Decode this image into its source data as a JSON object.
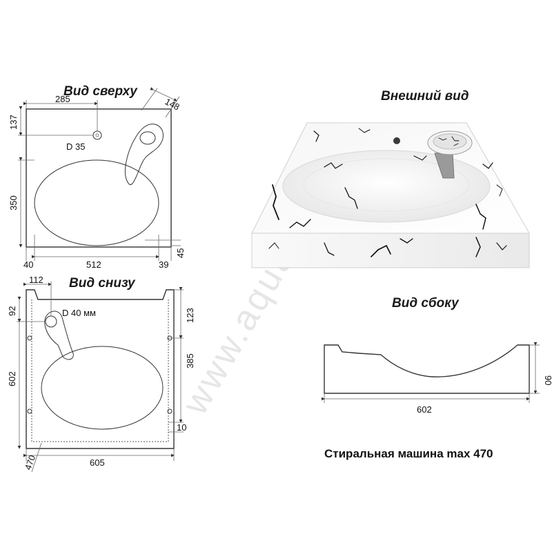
{
  "views": {
    "top": {
      "title": "Вид сверху",
      "dims": {
        "d285": "285",
        "d148": "148",
        "d137": "137",
        "d350": "350",
        "d40": "40",
        "d512": "512",
        "d39": "39",
        "d45": "45"
      },
      "hole_label": "D 35"
    },
    "bottom": {
      "title": "Вид снизу",
      "dims": {
        "d112": "112",
        "d92": "92",
        "d123": "123",
        "d385": "385",
        "d602": "602",
        "d10": "10",
        "d470": "470",
        "d605": "605"
      },
      "hole_label": "D 40 мм"
    },
    "exterior": {
      "title": "Внешний вид"
    },
    "side": {
      "title": "Вид сбоку",
      "dims": {
        "d90": "90",
        "d602": "602"
      }
    }
  },
  "note": "Стиральная машина max 470",
  "watermark": "www.aquamir.ru"
}
